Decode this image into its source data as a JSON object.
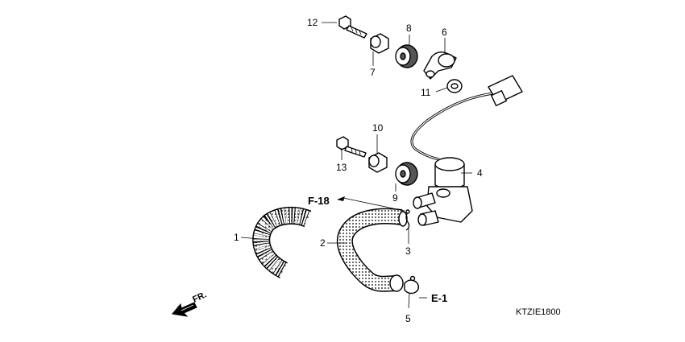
{
  "parts": [
    {
      "id": "1",
      "name": "hose-1"
    },
    {
      "id": "2",
      "name": "hose-2"
    },
    {
      "id": "3",
      "name": "clip-3"
    },
    {
      "id": "4",
      "name": "valve-4"
    },
    {
      "id": "5",
      "name": "clip-5"
    },
    {
      "id": "6",
      "name": "bracket-6"
    },
    {
      "id": "7",
      "name": "collar-7"
    },
    {
      "id": "8",
      "name": "grommet-8"
    },
    {
      "id": "9",
      "name": "grommet-9"
    },
    {
      "id": "10",
      "name": "collar-10"
    },
    {
      "id": "11",
      "name": "washer-11"
    },
    {
      "id": "12",
      "name": "bolt-12"
    },
    {
      "id": "13",
      "name": "bolt-13"
    }
  ],
  "references": {
    "f18": "F-18",
    "e1": "E-1"
  },
  "front_label": "FR.",
  "diagram_code": "KTZIE1800",
  "colors": {
    "line": "#000000",
    "background": "#ffffff"
  }
}
